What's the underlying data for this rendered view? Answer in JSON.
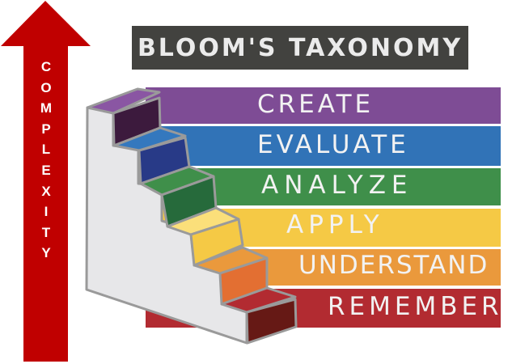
{
  "title": "BLOOM'S TAXONOMY",
  "arrow": {
    "label_letters": [
      "C",
      "O",
      "M",
      "P",
      "L",
      "E",
      "X",
      "I",
      "T",
      "Y"
    ],
    "label": "COMPLEXITY",
    "color": "#c00000",
    "direction": "up"
  },
  "levels": [
    {
      "label": "CREATE",
      "color": "#7e4c95",
      "step_top": "#8a56a3",
      "step_front": "#3c1a3d"
    },
    {
      "label": "EVALUATE",
      "color": "#3173b7",
      "step_top": "#3478be",
      "step_front": "#283a87"
    },
    {
      "label": "ANALYZE",
      "color": "#3f8f4a",
      "step_top": "#3f8f4a",
      "step_front": "#266a3b"
    },
    {
      "label": "APPLY",
      "color": "#f5c945",
      "step_top": "#fbdf7a",
      "step_front": "#f5c945"
    },
    {
      "label": "UNDERSTAND",
      "color": "#ea993c",
      "step_top": "#ea993c",
      "step_front": "#e36f32"
    },
    {
      "label": "REMEMBER",
      "color": "#b22b31",
      "step_top": "#b22b31",
      "step_front": "#661915"
    }
  ],
  "colors": {
    "title_bg": "#42423f",
    "title_text": "#ebebeb",
    "label_text": "#f2f2f2",
    "stair_wall": "#e7e7e9",
    "stair_outline": "#9a9a9a"
  }
}
